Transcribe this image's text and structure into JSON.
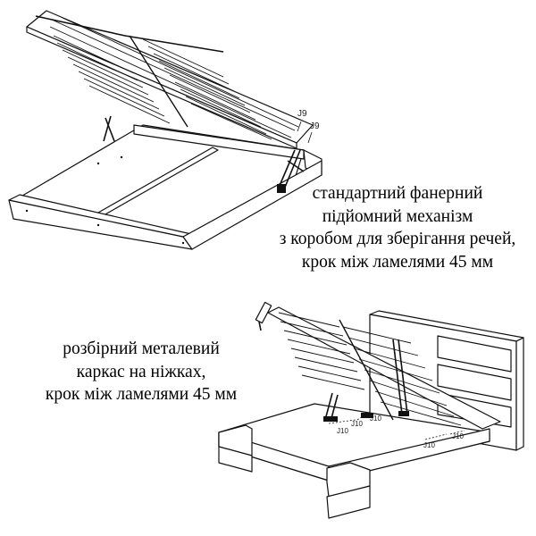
{
  "figure_top": {
    "caption_lines": [
      "стандартний фанерний",
      "підйомний механізм",
      "з коробом для зберігання речей,",
      "крок між ламелями 45 мм"
    ],
    "part_labels": [
      "J9",
      "J9"
    ]
  },
  "figure_bottom": {
    "caption_lines": [
      "розбірний металевий",
      "каркас на ніжках,",
      "крок між ламелями 45 мм"
    ],
    "part_labels": [
      "J10",
      "J10",
      "J10",
      "J10",
      "J10"
    ]
  }
}
